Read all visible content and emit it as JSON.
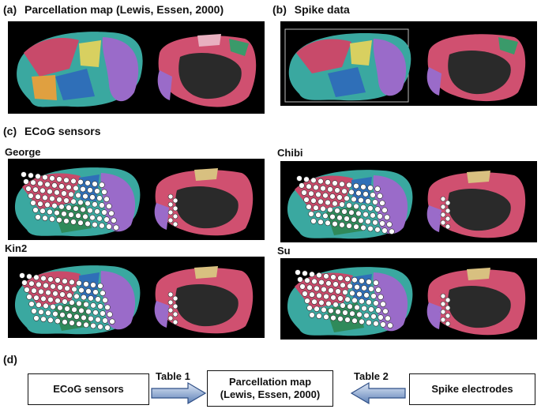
{
  "panel_a": {
    "letter": "(a)",
    "title": "Parcellation map (Lewis, Essen, 2000)"
  },
  "panel_b": {
    "letter": "(b)",
    "title": "Spike data"
  },
  "panel_c": {
    "letter": "(c)",
    "title": "ECoG sensors",
    "subjects": [
      "George",
      "Chibi",
      "Kin2",
      "Su"
    ]
  },
  "panel_d": {
    "letter": "(d)",
    "left_box": "ECoG sensors",
    "center_box_line1": "Parcellation map",
    "center_box_line2": "(Lewis, Essen, 2000)",
    "right_box": "Spike electrodes",
    "arrow_left_label": "Table 1",
    "arrow_right_label": "Table 2"
  },
  "colors": {
    "panel_bg": "#000000",
    "arrow_fill": "#7f9cc8",
    "cortex_purple": "#9a6bc9",
    "cortex_teal": "#2bb0a8",
    "electrode": "#ffffff"
  }
}
